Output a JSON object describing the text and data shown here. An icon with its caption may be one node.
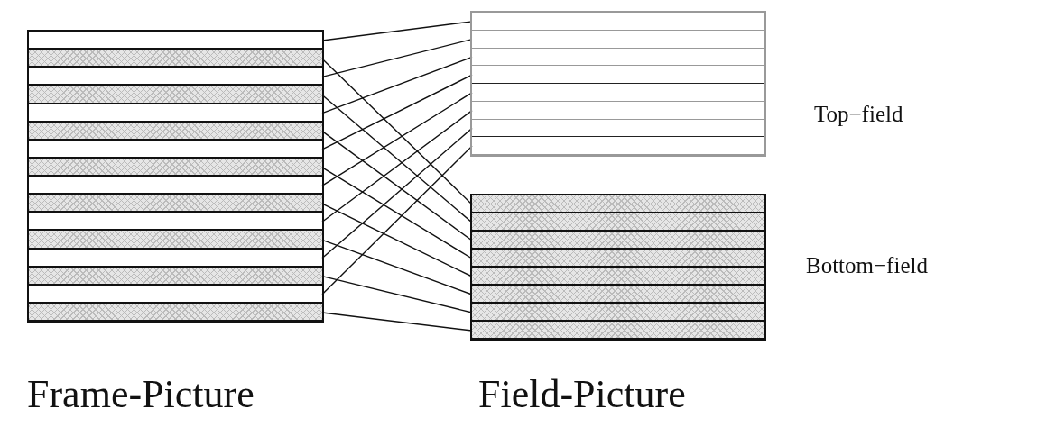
{
  "diagram": {
    "nodes": [
      {
        "text": [],
        "shape": "box"
      },
      {
        "text": [],
        "shape": "bar",
        "in": 0
      },
      {
        "text": [],
        "shape": "bar",
        "in": 0
      },
      {
        "text": [],
        "shape": "bar",
        "in": 0
      },
      {
        "text": [],
        "shape": "bar",
        "in": 0
      },
      {
        "text": [],
        "shape": "bar",
        "in": 0
      },
      {
        "text": [],
        "shape": "bar",
        "in": 0
      },
      {
        "text": [],
        "shape": "bar",
        "in": 0
      },
      {
        "text": [],
        "shape": "bar",
        "in": 0
      },
      {
        "text": [],
        "shape": "bar",
        "in": 0
      },
      {
        "text": [],
        "shape": "bar",
        "in": 0
      },
      {
        "text": [],
        "shape": "bar",
        "in": 0
      },
      {
        "text": [],
        "shape": "bar",
        "in": 0
      },
      {
        "text": [],
        "shape": "bar",
        "in": 0
      },
      {
        "text": [],
        "shape": "bar",
        "in": 0
      },
      {
        "text": [],
        "shape": "bar",
        "in": 0
      },
      {
        "text": [],
        "shape": "bar",
        "in": 0
      },
      {
        "text": [],
        "shape": "box",
        "beside": [
          "Top−field"
        ]
      },
      {
        "text": [],
        "shape": "bar",
        "in": 17
      },
      {
        "text": [],
        "shape": "bar",
        "in": 17
      },
      {
        "text": [],
        "shape": "bar",
        "in": 17
      },
      {
        "text": [],
        "shape": "bar",
        "in": 17
      },
      {
        "text": [],
        "shape": "bar",
        "in": 17
      },
      {
        "text": [],
        "shape": "bar",
        "in": 17
      },
      {
        "text": [],
        "shape": "bar",
        "in": 17
      },
      {
        "text": [],
        "shape": "bar",
        "in": 17
      },
      {
        "text": [],
        "shape": "box",
        "beside": [
          "Bottom−field"
        ]
      },
      {
        "text": [],
        "shape": "bar",
        "in": 26
      },
      {
        "text": [],
        "shape": "bar",
        "in": 26
      },
      {
        "text": [],
        "shape": "bar",
        "in": 26
      },
      {
        "text": [],
        "shape": "bar",
        "in": 26
      },
      {
        "text": [],
        "shape": "bar",
        "in": 26
      },
      {
        "text": [],
        "shape": "bar",
        "in": 26
      },
      {
        "text": [],
        "shape": "bar",
        "in": 26
      },
      {
        "text": [],
        "shape": "bar",
        "in": 26
      }
    ],
    "edges": [
      {
        "from": 1,
        "to": 18,
        "arrow": "none"
      },
      {
        "from": 2,
        "to": 27,
        "arrow": "none"
      },
      {
        "from": 3,
        "to": 19,
        "arrow": "none"
      },
      {
        "from": 4,
        "to": 28,
        "arrow": "none"
      },
      {
        "from": 5,
        "to": 20,
        "arrow": "none"
      },
      {
        "from": 6,
        "to": 29,
        "arrow": "none"
      },
      {
        "from": 7,
        "to": 21,
        "arrow": "none"
      },
      {
        "from": 8,
        "to": 30,
        "arrow": "none"
      },
      {
        "from": 9,
        "to": 22,
        "arrow": "none"
      },
      {
        "from": 10,
        "to": 31,
        "arrow": "none"
      },
      {
        "from": 11,
        "to": 23,
        "arrow": "none"
      },
      {
        "from": 12,
        "to": 32,
        "arrow": "none"
      },
      {
        "from": 13,
        "to": 24,
        "arrow": "none"
      },
      {
        "from": 14,
        "to": 33,
        "arrow": "none"
      },
      {
        "from": 15,
        "to": 25,
        "arrow": "none"
      },
      {
        "from": 16,
        "to": 34,
        "arrow": "none"
      }
    ],
    "labels": [
      "Frame-Picture",
      "Field-Picture"
    ]
  }
}
